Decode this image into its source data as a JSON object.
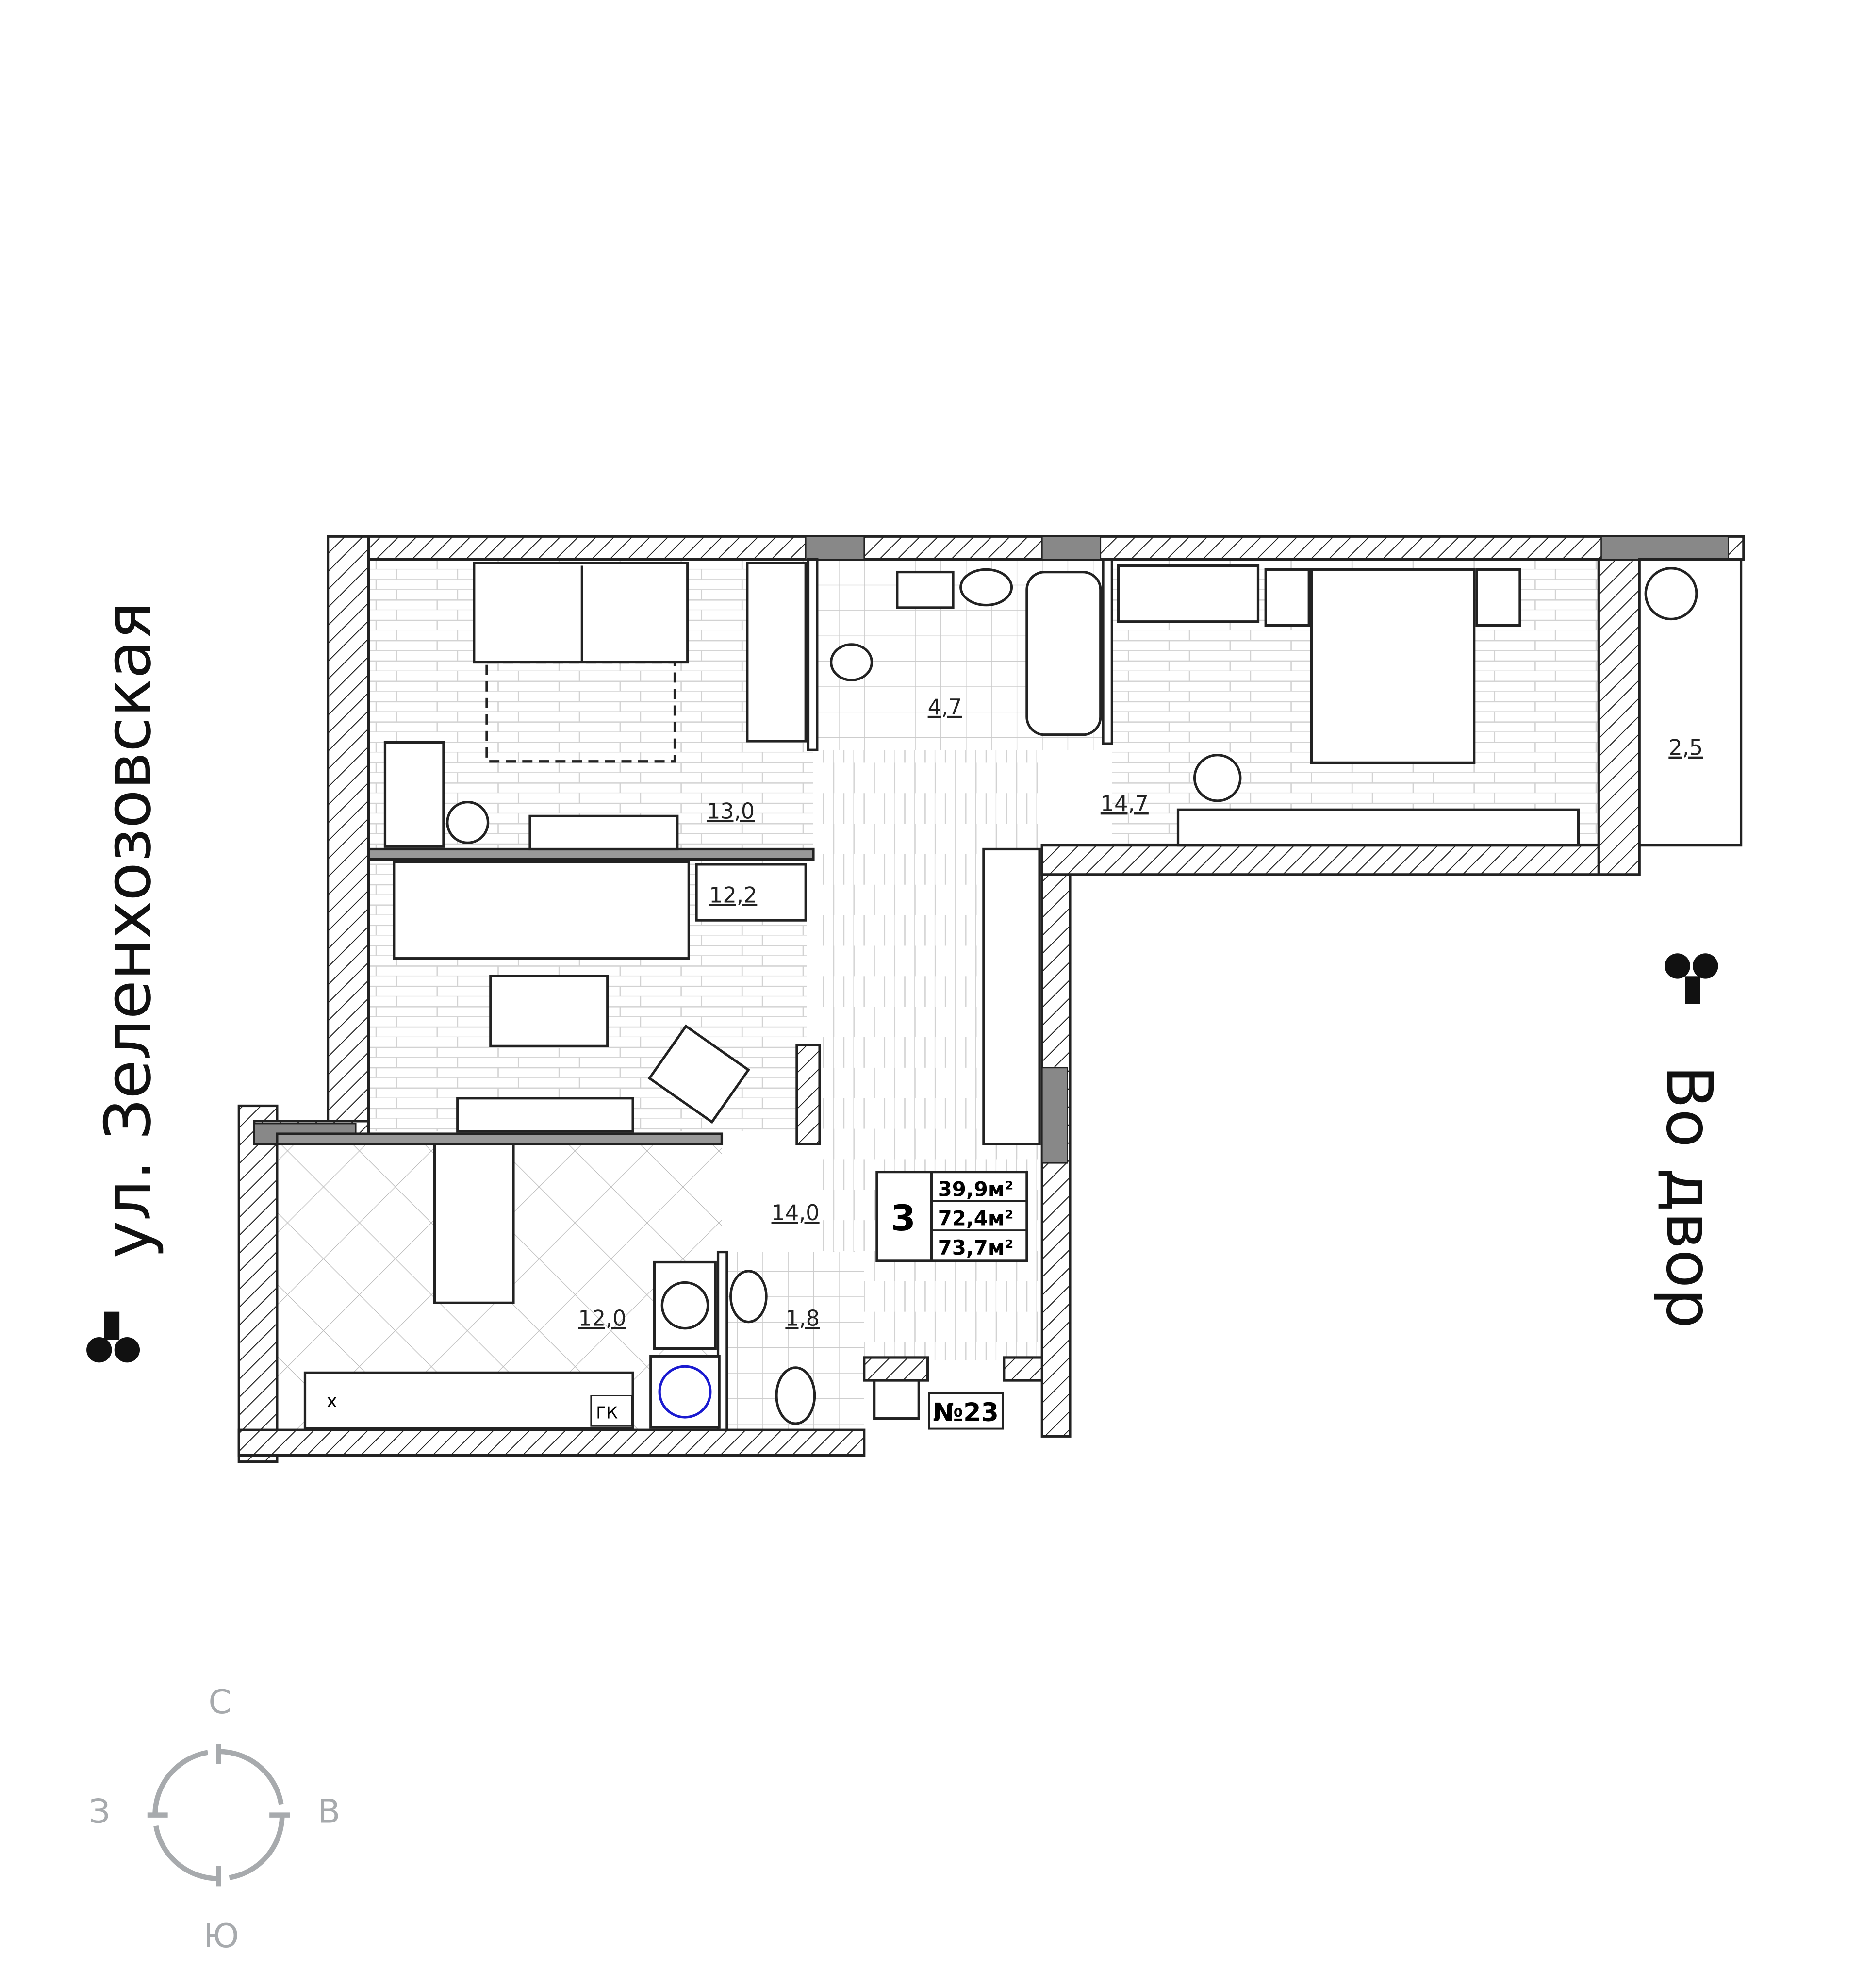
{
  "colors": {
    "wall": "#222222",
    "partition": "#8a8a8a",
    "floor_line": "#c8c8c8",
    "compass": "#a7aaad",
    "pipe": "#1a1ad0"
  },
  "streets": {
    "left": "ул. Зеленхозовская",
    "right": "Во двор"
  },
  "apartment": {
    "rooms_count": "3",
    "living_area": "39,9м²",
    "total_area": "72,4м²",
    "total_area_with_balcony": "73,7м²",
    "number": "№23"
  },
  "rooms": [
    {
      "name": "living-room",
      "area": "13,0"
    },
    {
      "name": "room",
      "area": "12,2"
    },
    {
      "name": "bathroom",
      "area": "4,7"
    },
    {
      "name": "bedroom",
      "area": "14,7"
    },
    {
      "name": "balcony",
      "area": "2,5"
    },
    {
      "name": "hallway",
      "area": "14,0"
    },
    {
      "name": "kitchen",
      "area": "12,0"
    },
    {
      "name": "wc",
      "area": "1,8"
    }
  ],
  "fixtures": {
    "stove_cabinet": "х",
    "gas_boiler": "ГК"
  },
  "compass": {
    "north": "С",
    "south": "Ю",
    "west": "З",
    "east": "В"
  }
}
